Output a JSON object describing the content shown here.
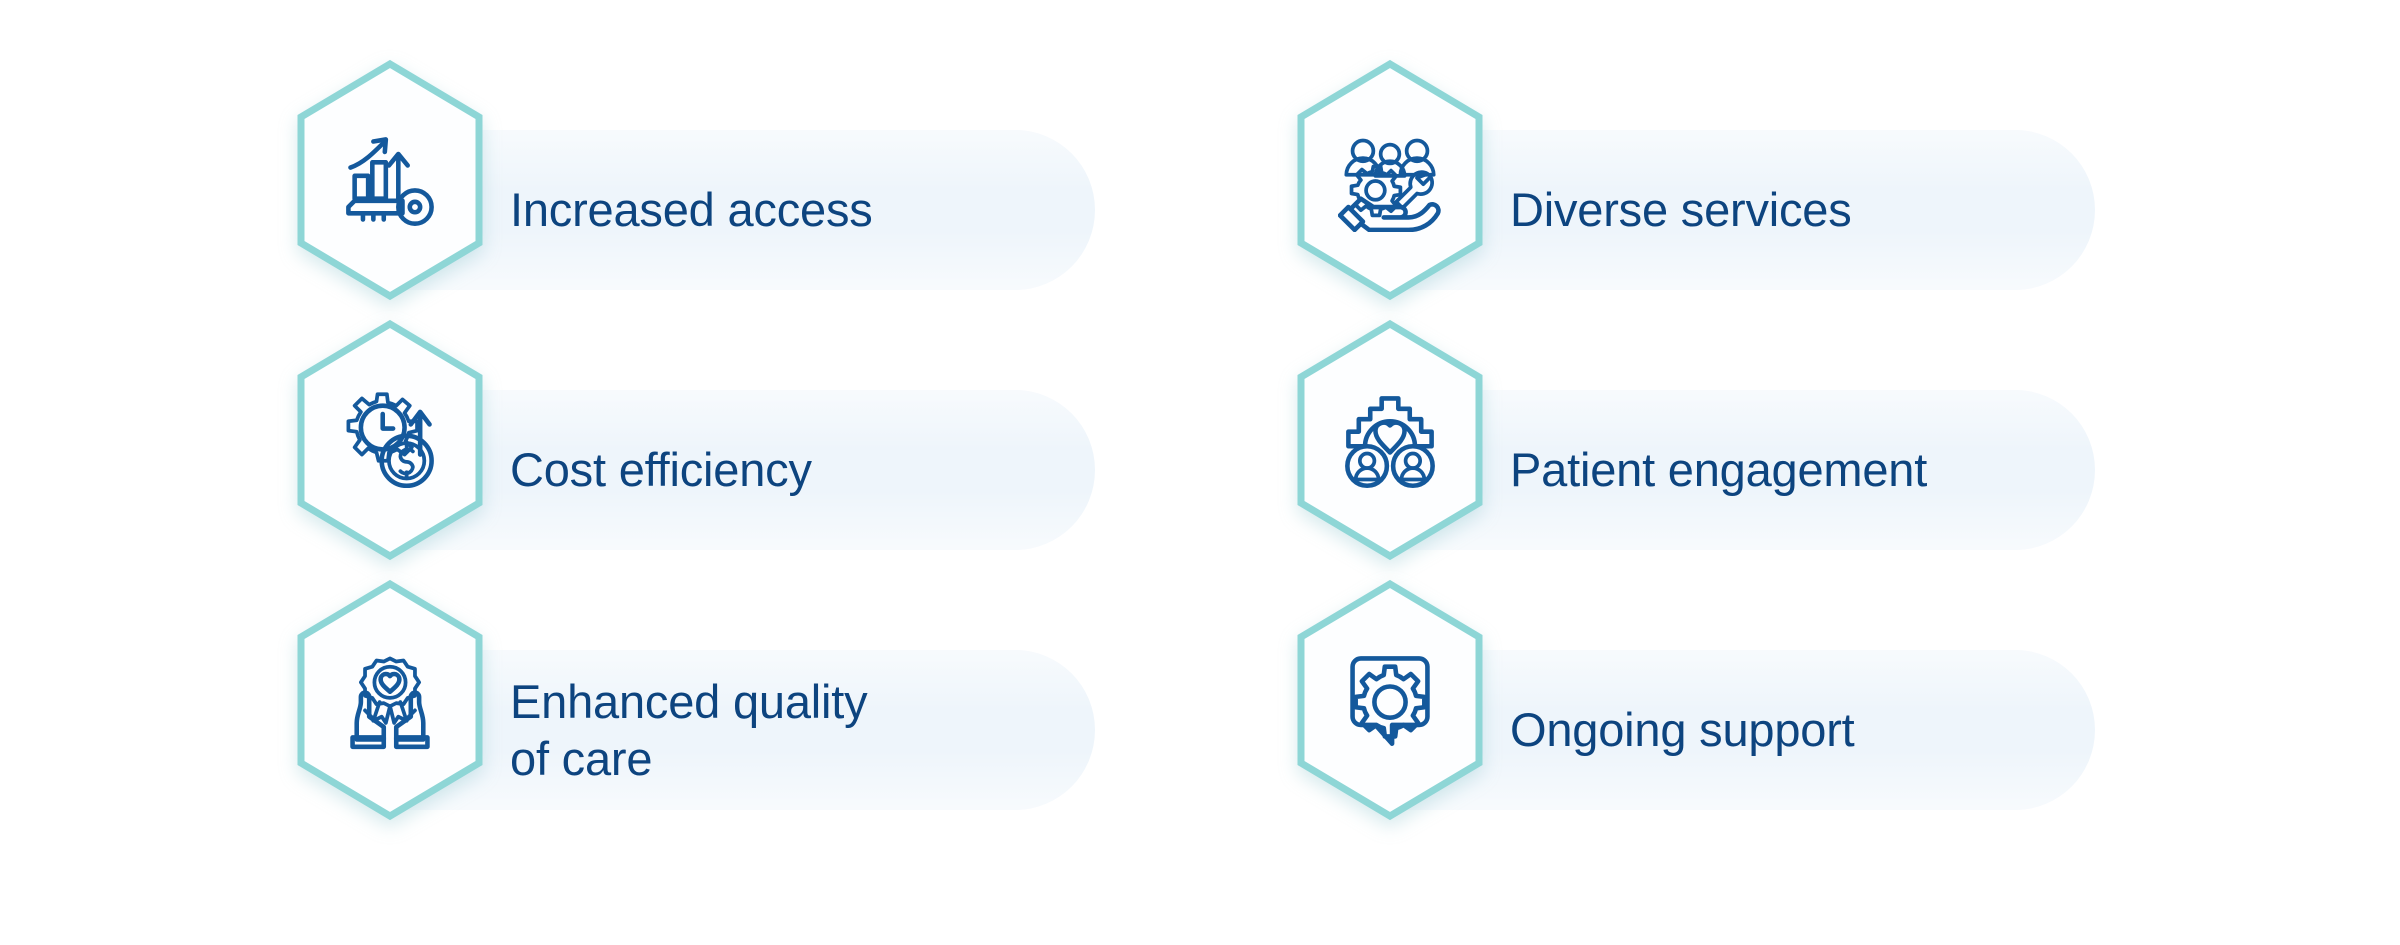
{
  "page": {
    "background_color": "#ffffff",
    "accent_hex_border": "#8ed6d6",
    "pill_fill": "#eef5fb",
    "text_color": "#0d447f",
    "icon_color": "#14599c"
  },
  "columns": [
    {
      "side": "left",
      "features": [
        {
          "label": "Increased access",
          "icon": "growth-chart-key-icon"
        },
        {
          "label": "Cost efficiency",
          "icon": "gear-clock-dollar-icon"
        },
        {
          "label": "Enhanced quality\nof care",
          "icon": "hands-award-heart-icon"
        }
      ]
    },
    {
      "side": "right",
      "features": [
        {
          "label": "Diverse services",
          "icon": "hand-people-gear-wrench-icon"
        },
        {
          "label": "Patient engagement",
          "icon": "gear-heart-people-icon"
        },
        {
          "label": "Ongoing support",
          "icon": "gear-speech-bubble-icon"
        }
      ]
    }
  ]
}
